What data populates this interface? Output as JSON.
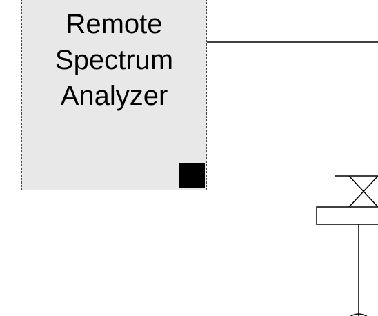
{
  "analyzer_block": {
    "label_lines": [
      "Remote",
      "Spectrum",
      "Analyzer"
    ]
  },
  "colors": {
    "block_fill": "#e8e8e8",
    "block_border": "#4a4a4a",
    "line": "#000000",
    "marker": "#000000"
  }
}
